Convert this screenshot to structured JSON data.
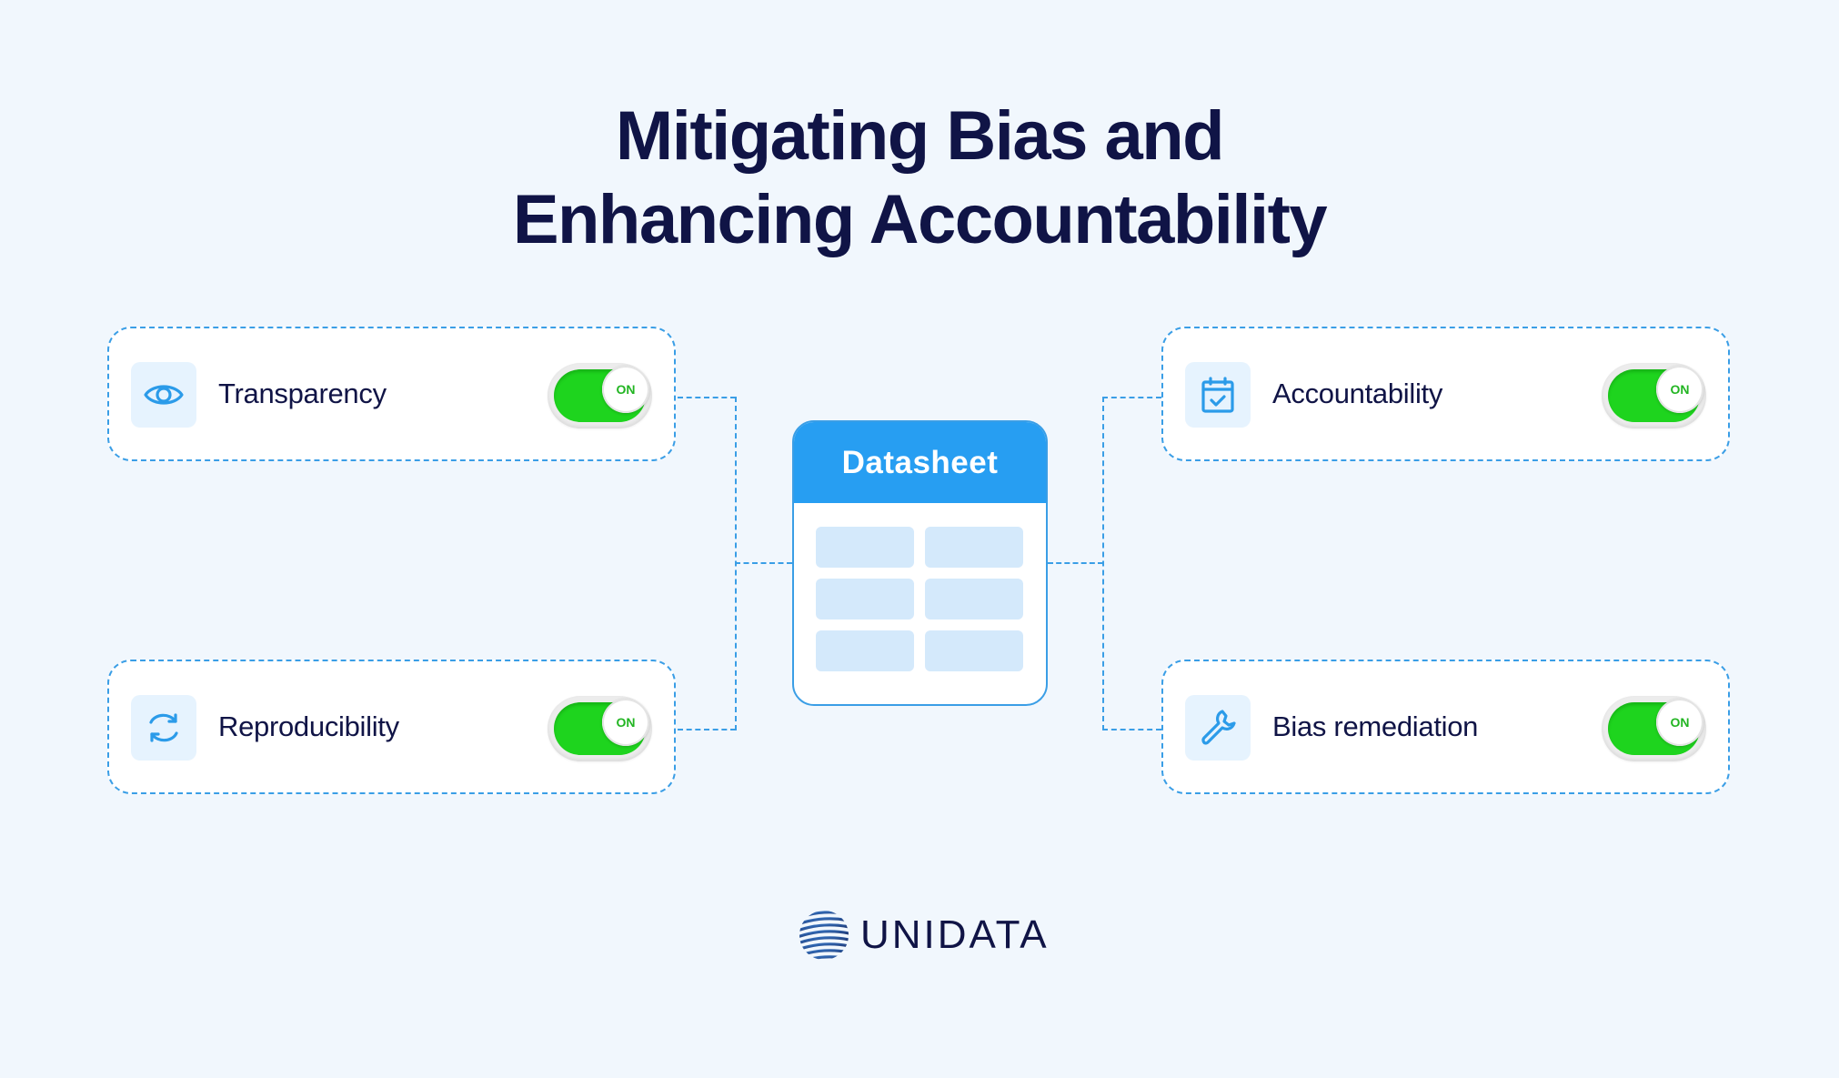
{
  "title": {
    "line1": "Mitigating Bias and",
    "line2": "Enhancing Accountability"
  },
  "colors": {
    "background": "#f1f7fd",
    "title_text": "#101446",
    "accent_blue": "#279ef2",
    "dashed_border": "#3a9ee6",
    "icon_bg": "#e6f3fe",
    "toggle_green": "#1ed41e",
    "datasheet_cell": "#d4e9fb"
  },
  "cards": [
    {
      "id": "transparency",
      "label": "Transparency",
      "icon": "eye-icon",
      "toggle": "ON"
    },
    {
      "id": "reproducibility",
      "label": "Reproducibility",
      "icon": "refresh-icon",
      "toggle": "ON"
    },
    {
      "id": "accountability",
      "label": "Accountability",
      "icon": "calendar-check-icon",
      "toggle": "ON"
    },
    {
      "id": "bias-remediation",
      "label": "Bias remediation",
      "icon": "wrench-icon",
      "toggle": "ON"
    }
  ],
  "datasheet": {
    "title": "Datasheet",
    "rows": 3,
    "columns": 2
  },
  "logo": {
    "text": "UNIDATA"
  }
}
